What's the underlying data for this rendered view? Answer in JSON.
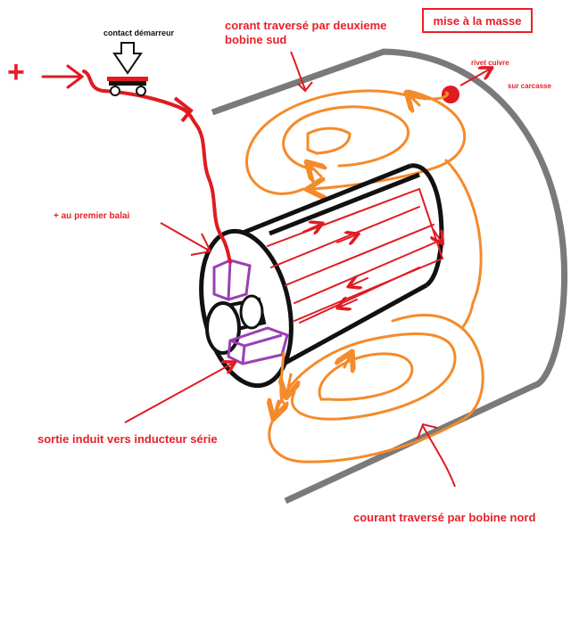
{
  "labels": {
    "plus_sign": "+",
    "starter_contact": "contact démarreur",
    "south_coil_current_line1": "corant traversé par deuxieme",
    "south_coil_current_line2": "bobine sud",
    "ground": "mise à la masse",
    "copper_rivet": "rivet cuivre",
    "on_housing": "sur carcasse",
    "first_brush": "+ au premier balai",
    "armature_output": "sortie induit vers inducteur série",
    "north_coil_current": "courant traversé par bobine nord"
  },
  "colors": {
    "label_red": "#e8202a",
    "wire_red": "#e01b22",
    "coil_orange": "#f58a2a",
    "brush_purple": "#9b3fb5",
    "housing_gray": "#7a7a7a",
    "outline_black": "#111111"
  }
}
